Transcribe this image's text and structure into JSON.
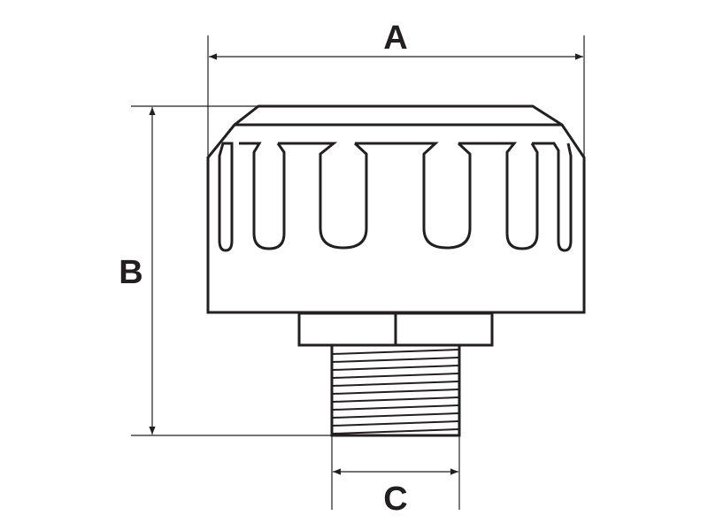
{
  "diagram": {
    "stroke_color": "#231f20",
    "background": "#ffffff",
    "dimensions": {
      "a_label": "A",
      "b_label": "B",
      "c_label": "C"
    }
  }
}
